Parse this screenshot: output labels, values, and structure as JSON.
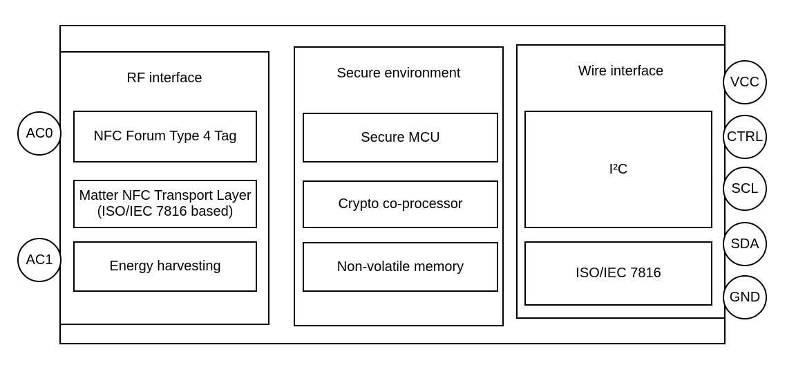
{
  "diagram": {
    "sections": [
      {
        "label": "RF interface",
        "blocks": [
          {
            "lines": [
              "NFC Forum Type 4 Tag"
            ]
          },
          {
            "lines": [
              "Matter NFC Transport Layer",
              "(ISO/IEC 7816 based)"
            ]
          },
          {
            "lines": [
              "Energy harvesting"
            ]
          }
        ]
      },
      {
        "label": "Secure environment",
        "blocks": [
          {
            "lines": [
              "Secure MCU"
            ]
          },
          {
            "lines": [
              "Crypto co-processor"
            ]
          },
          {
            "lines": [
              "Non-volatile memory"
            ]
          }
        ]
      },
      {
        "label": "Wire interface",
        "blocks": [
          {
            "lines": [
              "I²C"
            ]
          },
          {
            "lines": [
              "ISO/IEC 7816"
            ]
          }
        ]
      }
    ],
    "pins": {
      "left": [
        "AC0",
        "AC1"
      ],
      "right": [
        "VCC",
        "CTRL",
        "SCL",
        "SDA",
        "GND"
      ]
    },
    "colors": {
      "stroke": "#000000",
      "fill": "#ffffff",
      "text": "#000000",
      "background": "#ffffff"
    }
  }
}
